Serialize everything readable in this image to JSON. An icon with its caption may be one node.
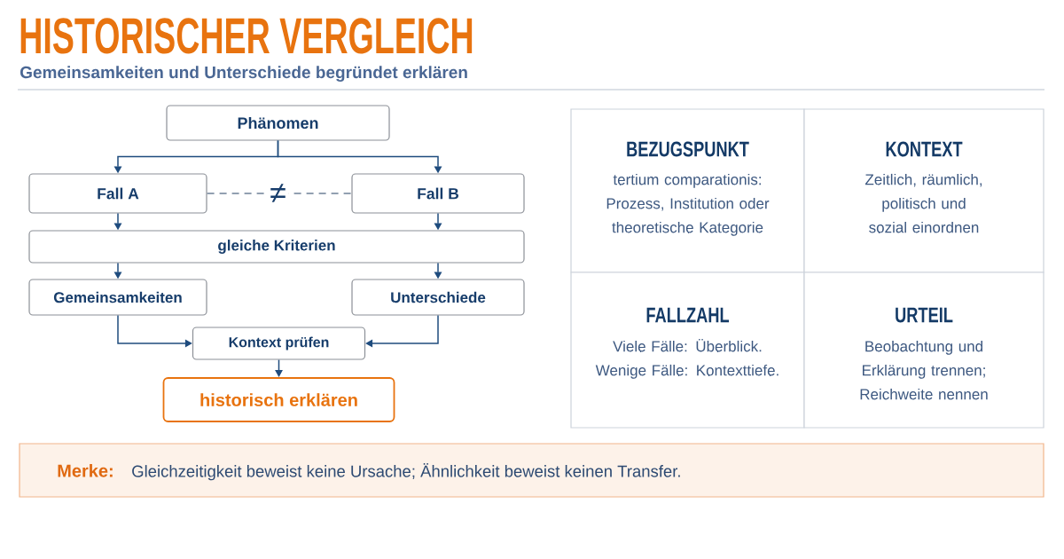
{
  "diagram": {
    "title": "HISTORISCHER VERGLEICH",
    "nodes": [
      {
        "text": [
          "Phänomen"
        ]
      },
      {
        "text": [
          "Fall A"
        ]
      },
      {
        "text": [
          "Fall B"
        ]
      },
      {
        "text": [
          "gleiche Kriterien"
        ]
      },
      {
        "text": [
          "Gemeinsamkeiten"
        ]
      },
      {
        "text": [
          "Unterschiede"
        ]
      },
      {
        "text": [
          "Kontext prüfen"
        ]
      },
      {
        "text": [
          "historisch erklären"
        ]
      },
      {
        "text": [
          "BEZUGSPUNKT",
          "tertium comparationis: Prozess, Institution oder theoretische Kategorie"
        ]
      },
      {
        "text": [
          "KONTEXT",
          "Zeitlich, räumlich, politisch und sozial einordnen"
        ]
      },
      {
        "text": [
          "FALLZAHL",
          "Viele Fälle: Überblick. Wenige Fälle: Kontexttiefe."
        ]
      },
      {
        "text": [
          "URTEIL",
          "Beobachtung und Erklärung trennen; Reichweite nennen"
        ]
      },
      {
        "text": [
          "Merke:",
          "Gleichzeitigkeit beweist keine Ursache; Ähnlichkeit beweist keinen Transfer."
        ]
      }
    ],
    "edges": [
      {
        "from": 0,
        "to": 1,
        "arrow": "to"
      },
      {
        "from": 0,
        "to": 2,
        "arrow": "to"
      },
      {
        "from": 1,
        "to": 2,
        "arrow": "none",
        "label": "≠",
        "style": "dashed",
        "color": "#6f8198"
      },
      {
        "from": 1,
        "to": 3,
        "arrow": "to"
      },
      {
        "from": 2,
        "to": 3,
        "arrow": "to"
      },
      {
        "from": 3,
        "to": 4,
        "arrow": "to"
      },
      {
        "from": 3,
        "to": 5,
        "arrow": "to"
      },
      {
        "from": 4,
        "to": 6,
        "arrow": "to"
      },
      {
        "from": 5,
        "to": 6,
        "arrow": "to"
      },
      {
        "from": 6,
        "to": 7,
        "arrow": "to"
      }
    ],
    "labels": [
      "Gemeinsamkeiten und Unterschiede begründet erklären"
    ]
  }
}
